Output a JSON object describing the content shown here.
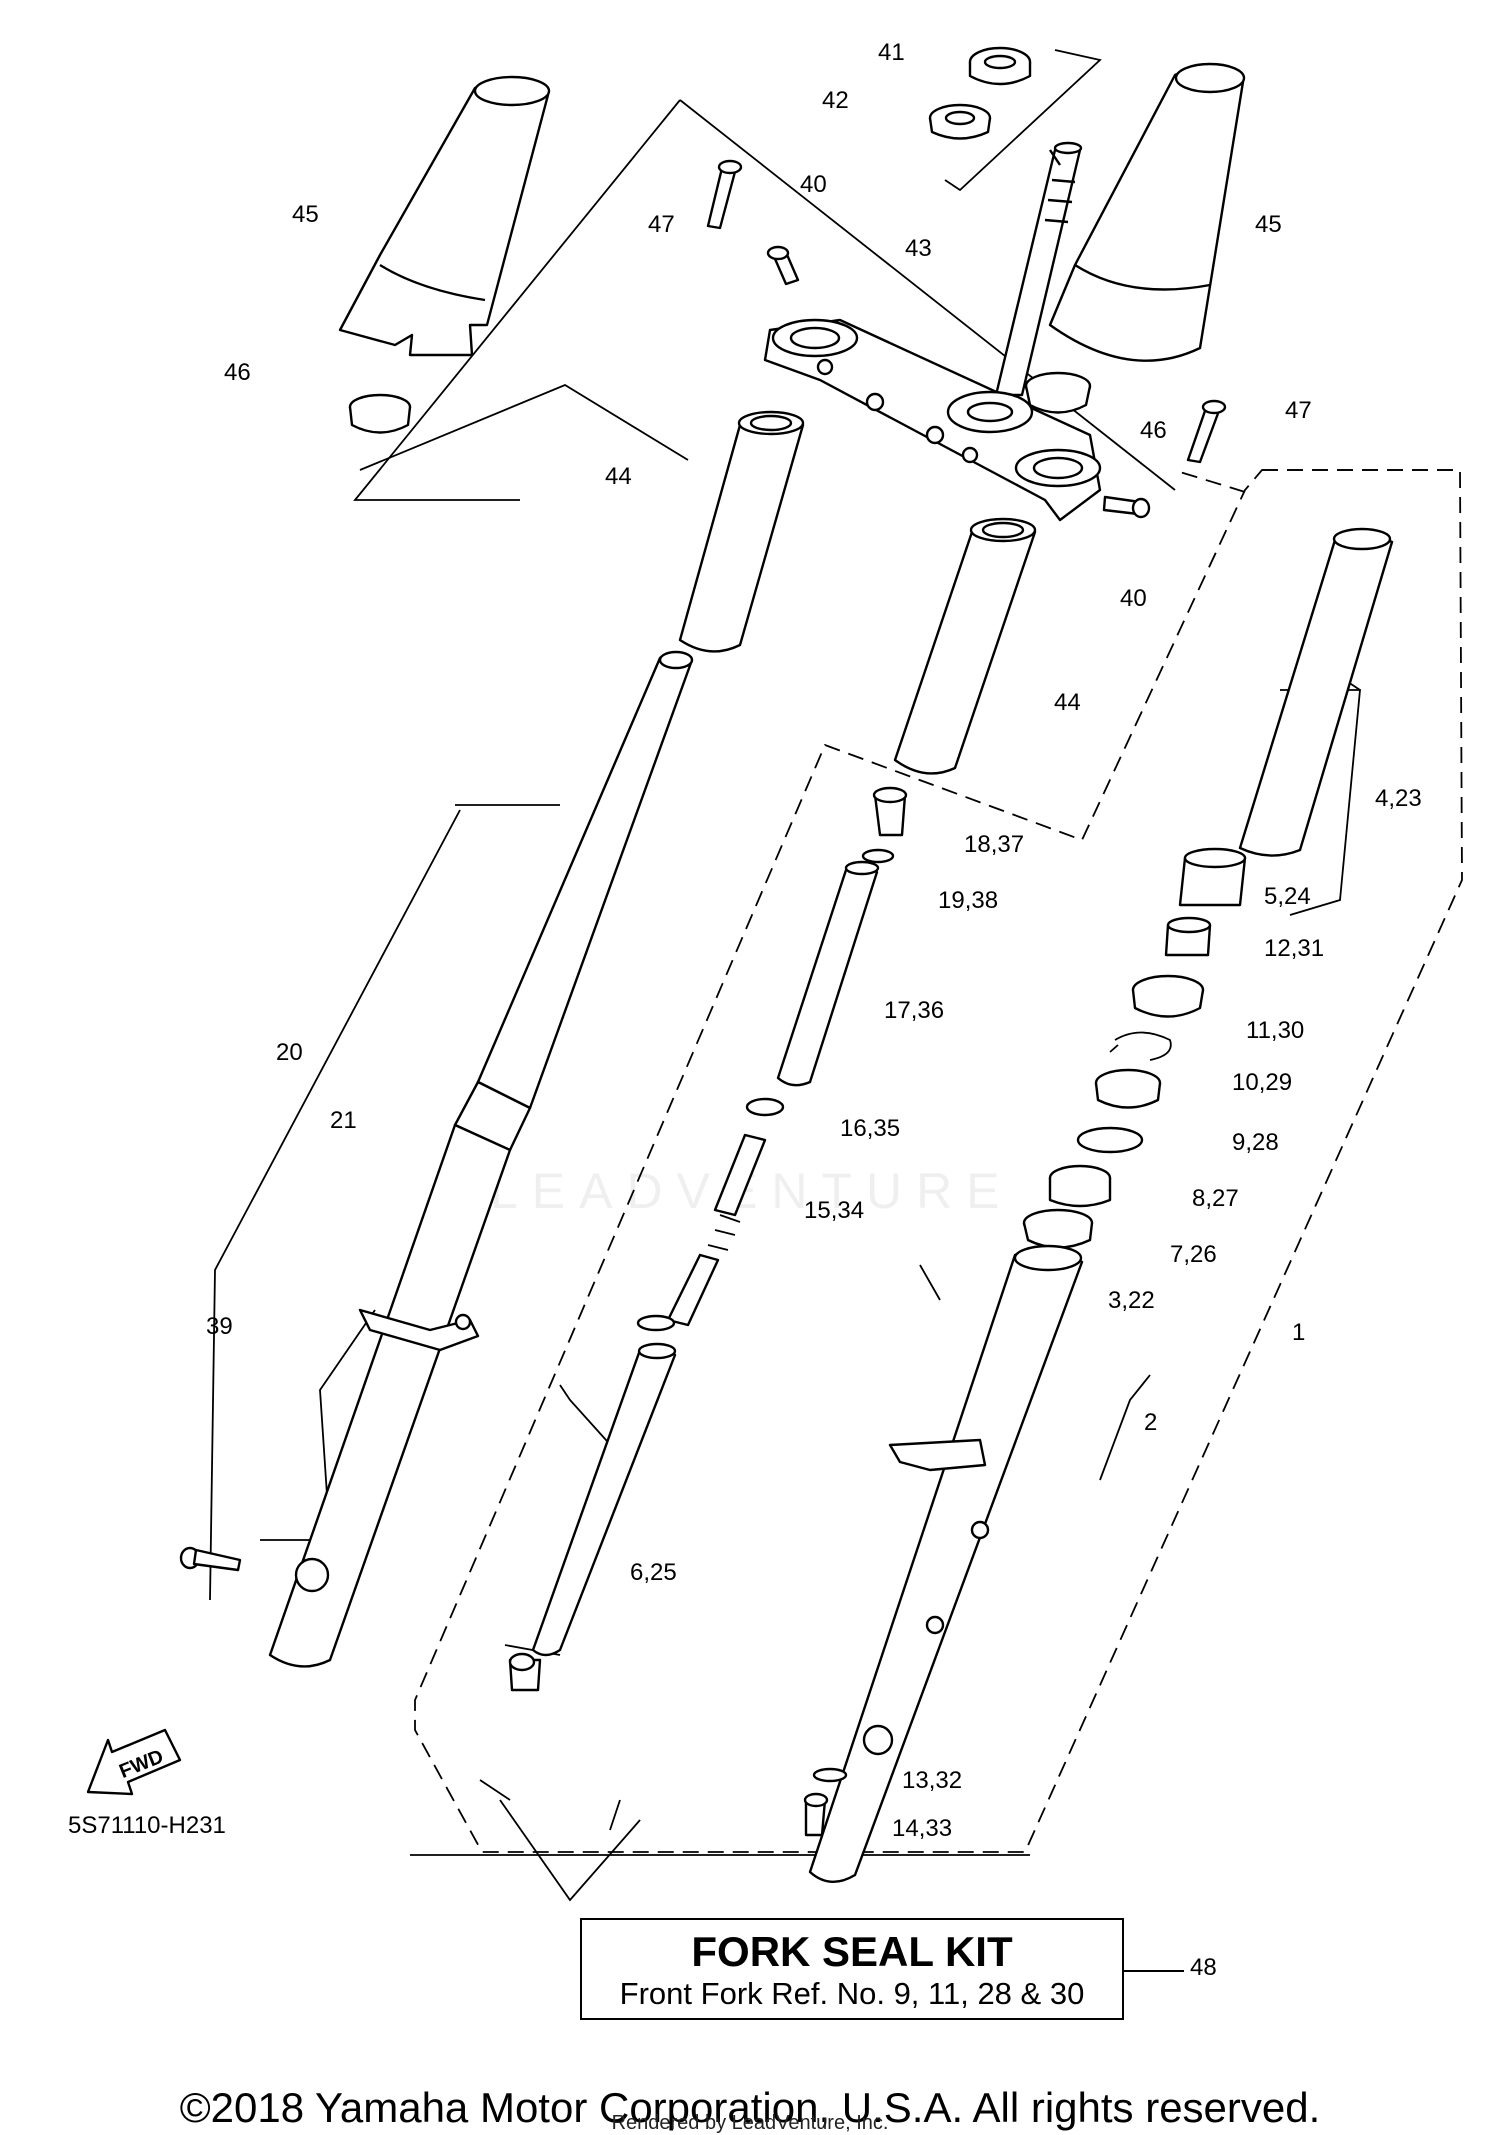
{
  "diagram": {
    "code": "5S71110-H231",
    "fwd_label": "FWD",
    "watermark": "LEADVENTURE",
    "callouts": {
      "c41": "41",
      "c42": "42",
      "c40a": "40",
      "c47a": "47",
      "c45a": "45",
      "c45b": "45",
      "c43": "43",
      "c46a": "46",
      "c46b": "46",
      "c47b": "47",
      "c40b": "40",
      "c44a": "44",
      "c44b": "44",
      "c18": "18,37",
      "c19": "19,38",
      "c4": "4,23",
      "c5": "5,24",
      "c12": "12,31",
      "c17": "17,36",
      "c11": "11,30",
      "c10": "10,29",
      "c20": "20",
      "c21": "21",
      "c16": "16,35",
      "c9": "9,28",
      "c15": "15,34",
      "c8": "8,27",
      "c7": "7,26",
      "c39": "39",
      "c3": "3,22",
      "c1": "1",
      "c2": "2",
      "c6": "6,25",
      "c13": "13,32",
      "c14": "14,33"
    }
  },
  "kit": {
    "title": "FORK SEAL KIT",
    "note": "Front Fork Ref. No. 9, 11, 28 & 30",
    "ref": "48"
  },
  "footer": {
    "copyright": "©2018 Yamaha Motor Corporation, U.S.A. All rights reserved.",
    "rendered_by": "Rendered by LeadVenture, Inc."
  }
}
